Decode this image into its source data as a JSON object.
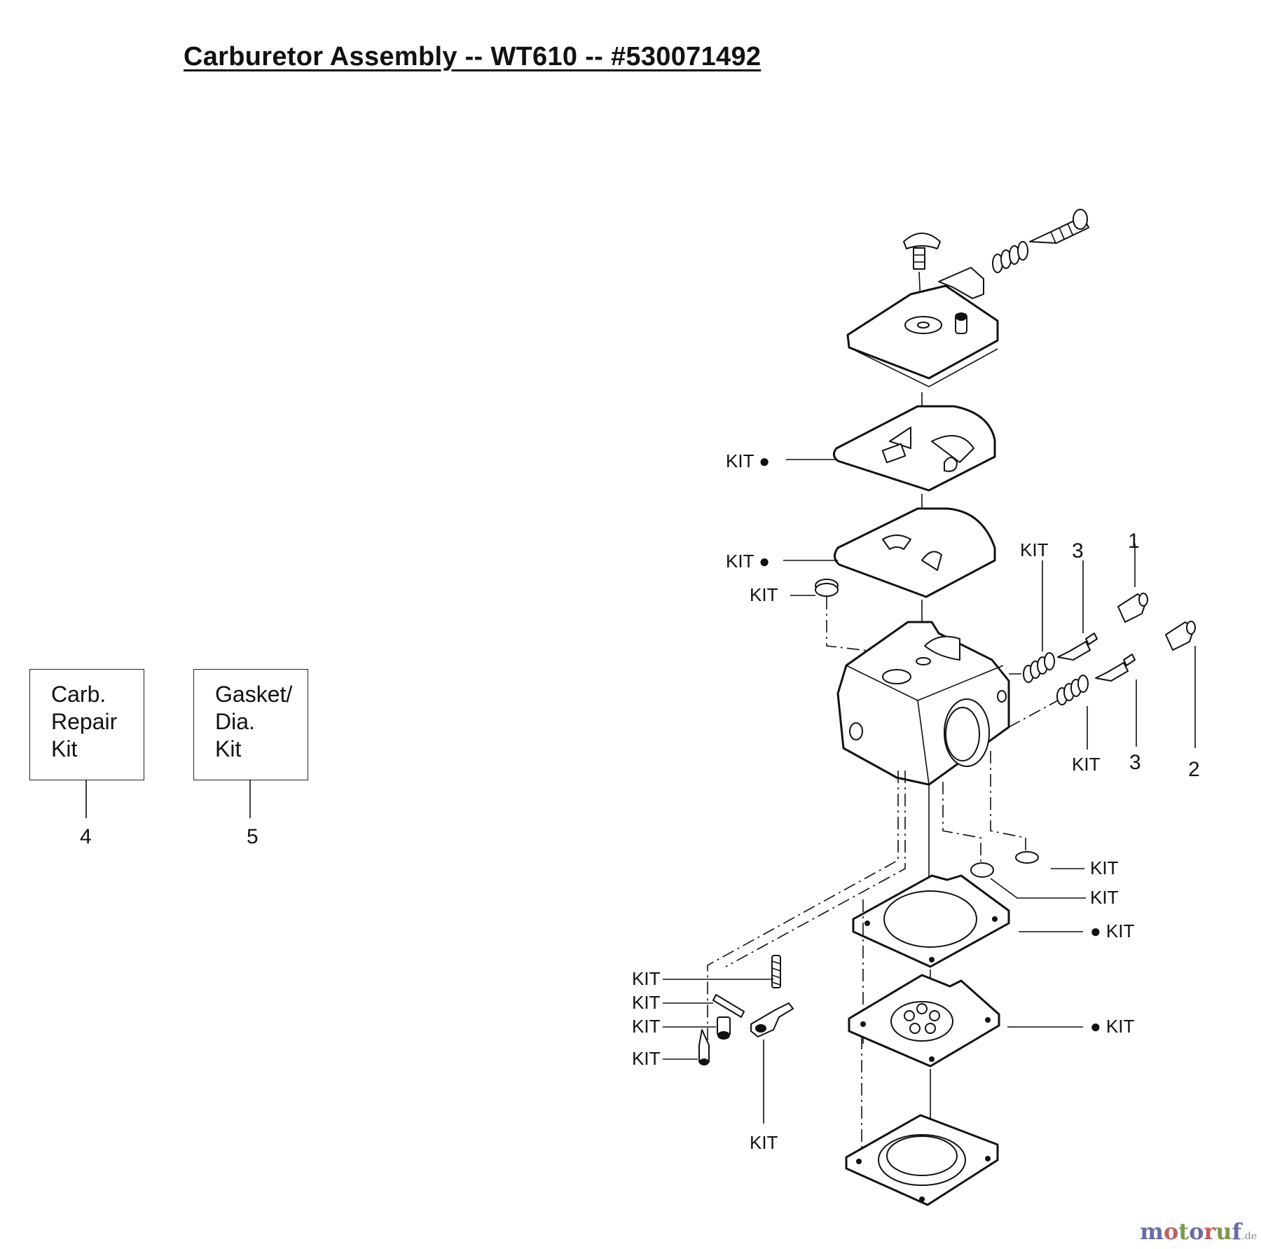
{
  "title": "Carburetor Assembly -- WT610 -- #530071492",
  "kit_boxes": [
    {
      "lines": [
        "Carb.",
        "Repair",
        "Kit"
      ],
      "ref": "4"
    },
    {
      "lines": [
        "Gasket/",
        "Dia.",
        "Kit"
      ],
      "ref": "5"
    }
  ],
  "labels": {
    "kit": "KIT",
    "kit_dot": "KIT ●",
    "dot_kit": "● KIT"
  },
  "numbers": {
    "n1": "1",
    "n2": "2",
    "n3": "3"
  },
  "watermark": {
    "name": "motoruf",
    "suffix": ".de",
    "colors": [
      "#6a6aa8",
      "#c06060",
      "#7a9a4a"
    ]
  }
}
